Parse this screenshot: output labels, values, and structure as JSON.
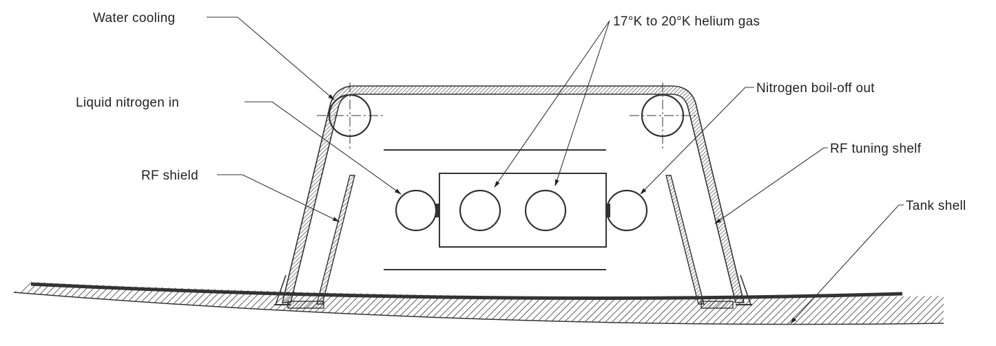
{
  "labels": {
    "water_cooling": "Water cooling",
    "helium_gas": "17°K to 20°K helium gas",
    "liquid_nitrogen_in": "Liquid  nitrogen in",
    "nitrogen_boil_off_out": "Nitrogen boil-off out",
    "rf_shield": "RF shield",
    "rf_tuning_shelf": "RF tuning shelf",
    "tank_shell": "Tank shell"
  },
  "colors": {
    "ink": "#222222",
    "paper": "#ffffff"
  }
}
